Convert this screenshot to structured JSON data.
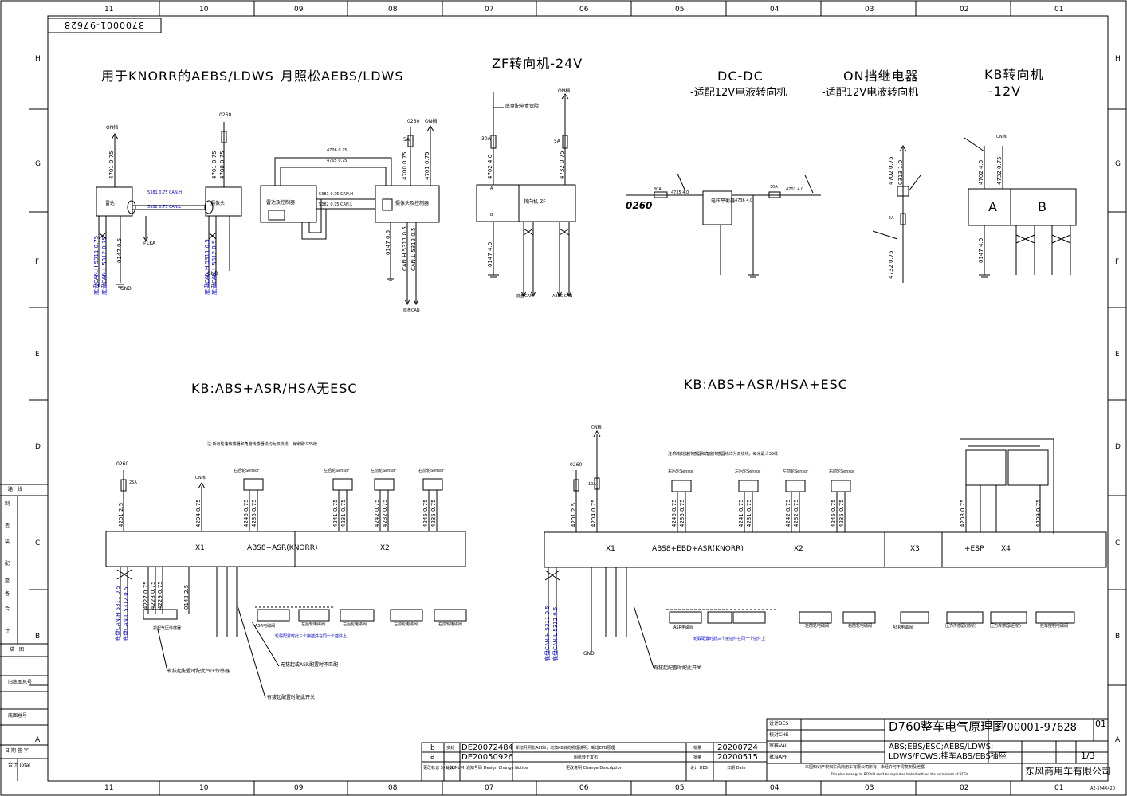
{
  "drawing_number": "3700001-97628",
  "grid": {
    "columns": [
      "11",
      "10",
      "09",
      "08",
      "07",
      "06",
      "05",
      "04",
      "03",
      "02",
      "01"
    ],
    "rows": [
      "H",
      "G",
      "F",
      "E",
      "D",
      "C",
      "B",
      "A"
    ]
  },
  "sections": {
    "knorr_aebs": "用于KNORR的AEBS/LDWS",
    "yuezhaosong_aebs": "月照松AEBS/LDWS",
    "zf_steering": "ZF转向机-24V",
    "dcdc": "DC-DC",
    "dcdc_sub": "-适配12V电液转向机",
    "on_relay": "ON挡继电器",
    "on_relay_sub": "-适配12V电液转向机",
    "kb_steering": "KB转向机",
    "kb_steering_sub": "-12V",
    "abs_no_esc": "KB:ABS+ASR/HSA无ESC",
    "abs_esc": "KB:ABS+ASR/HSA+ESC"
  },
  "labels": {
    "radar": "雷达",
    "camera": "摄像头",
    "radar_ctrl": "雷达及控制器",
    "camera_ctrl": "摄像头及控制器",
    "steering_zf": "转向机-ZF",
    "voltage_balancer": "电压平衡器",
    "on_gear": "ON档",
    "gnd": "GND",
    "lka": "至LKA",
    "fuse_0260": "0260",
    "chassis_can": "底盘CAN",
    "aebs_can": "AEBS CAN",
    "fuse_5a": "5A",
    "fuse_30a": "30A",
    "fuse_25a": "25A",
    "fuse_10a": "10A",
    "block_a": "A",
    "block_b": "B",
    "x1": "X1",
    "x2": "X2",
    "x3": "X3",
    "x4": "X4",
    "abs8_asr": "ABS8+ASR(KNORR)",
    "abs8_ebd_asr": "ABS8+EBD+ASR(KNORR)",
    "esp": "+ESP",
    "note_sensor": "注:所有轮速传感器和角度传感器线均为双绞线，每米最少35绞",
    "sensor_rl": "右后轮Sensor",
    "sensor_rl2": "左后轮Sensor",
    "sensor_fl": "左前轮Sensor",
    "sensor_fr": "右前轮Sensor",
    "asr_valve": "ASR电磁阀",
    "annot_pressure": "有拔起配置时配此气压传感器",
    "annot_no_lift": "无拔起或ASR配置时不匹配",
    "annot_switch": "有拔起配置时配此开关",
    "annot_switch2": "有拔起配置时配此开关",
    "annot_blue": "轮毂配置时此三个接插件在同一个插件上",
    "rear_valve_l": "左后轮电磁阀",
    "rear_valve_r": "右后轮电磁阀",
    "front_valve_l": "左前轮电磁阀",
    "front_valve_r": "右前轮电磁阀",
    "press_sensor_f": "压力传感器(前桥)",
    "press_sensor_r": "压力传感器(后桥)",
    "trailer_valve": "挂车控制电磁阀"
  },
  "title_block": {
    "title": "D760整车电气原理图",
    "number": "3700001-97628",
    "version": "01",
    "subtitle_1": "ABS;EBS/ESC;AEBS/LDWS;",
    "subtitle_2": "LDWS/FCWS;挂车ABS/EBS插座",
    "sheet": "1/3",
    "company": "东风商用车有限公司",
    "copyright": "本图知识产权归东风商用车有限公司所有，未经许可不得复制及泄露",
    "copyright_en": "This plan belongs to DFCV.It can't be copied or leaked without the permission of DFCV.",
    "design": "设计DES",
    "check": "校对CHE",
    "review": "审核VAL",
    "approve": "批准APP",
    "revisions": [
      {
        "mark": "b",
        "count": "多处",
        "notice": "DE20072484",
        "desc": "新增月照松AEBS，增加KB转向机理说明，新增EPB原理",
        "designer": "批量",
        "date": "20200724"
      },
      {
        "mark": "a",
        "count": "",
        "notice": "DE20050926",
        "desc": "图纸转正发布",
        "designer": "批量",
        "date": "20200515"
      }
    ],
    "rev_headers": {
      "mark": "更改标记 Symbol",
      "num": "处数 NUM",
      "notice": "通知号码 Design Change Notice",
      "desc": "更改说明 Change Description",
      "des": "设计 DES",
      "date": "日期 Date"
    }
  },
  "left_block": {
    "items": [
      "路　线",
      "制",
      "造",
      "装",
      "配",
      "整",
      "备",
      "合",
      "计",
      "描　图",
      "旧底图总号",
      "底图总号",
      "日 期  签 字",
      "合计 Total"
    ]
  }
}
